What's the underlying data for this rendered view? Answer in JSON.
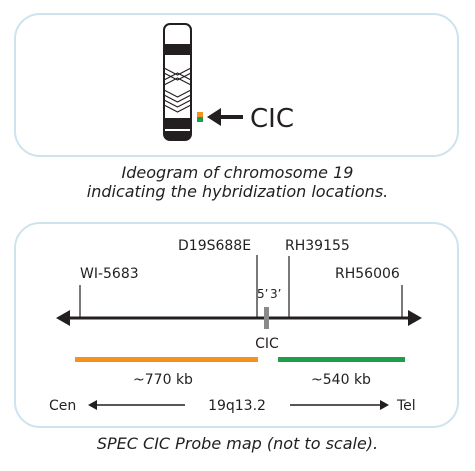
{
  "ideogram": {
    "gene_label": "CIC",
    "caption_line1": "Ideogram of chromosome 19",
    "caption_line2": "indicating the hybridization locations."
  },
  "probe_map": {
    "markers": [
      "WI-5683",
      "D19S688E",
      "RH39155",
      "RH56006"
    ],
    "orientation_5": "5’",
    "orientation_3": "3’",
    "gene_label": "CIC",
    "probe_left_size": "~770 kb",
    "probe_right_size": "~540 kb",
    "left_end": "Cen",
    "band": "19q13.2",
    "right_end": "Tel",
    "caption": "SPEC CIC Probe map (not to scale)."
  },
  "colors": {
    "orange_probe": "#f3931e",
    "green_probe": "#1e9e48",
    "panel_border": "#cfe3ee",
    "ink": "#231f20"
  }
}
